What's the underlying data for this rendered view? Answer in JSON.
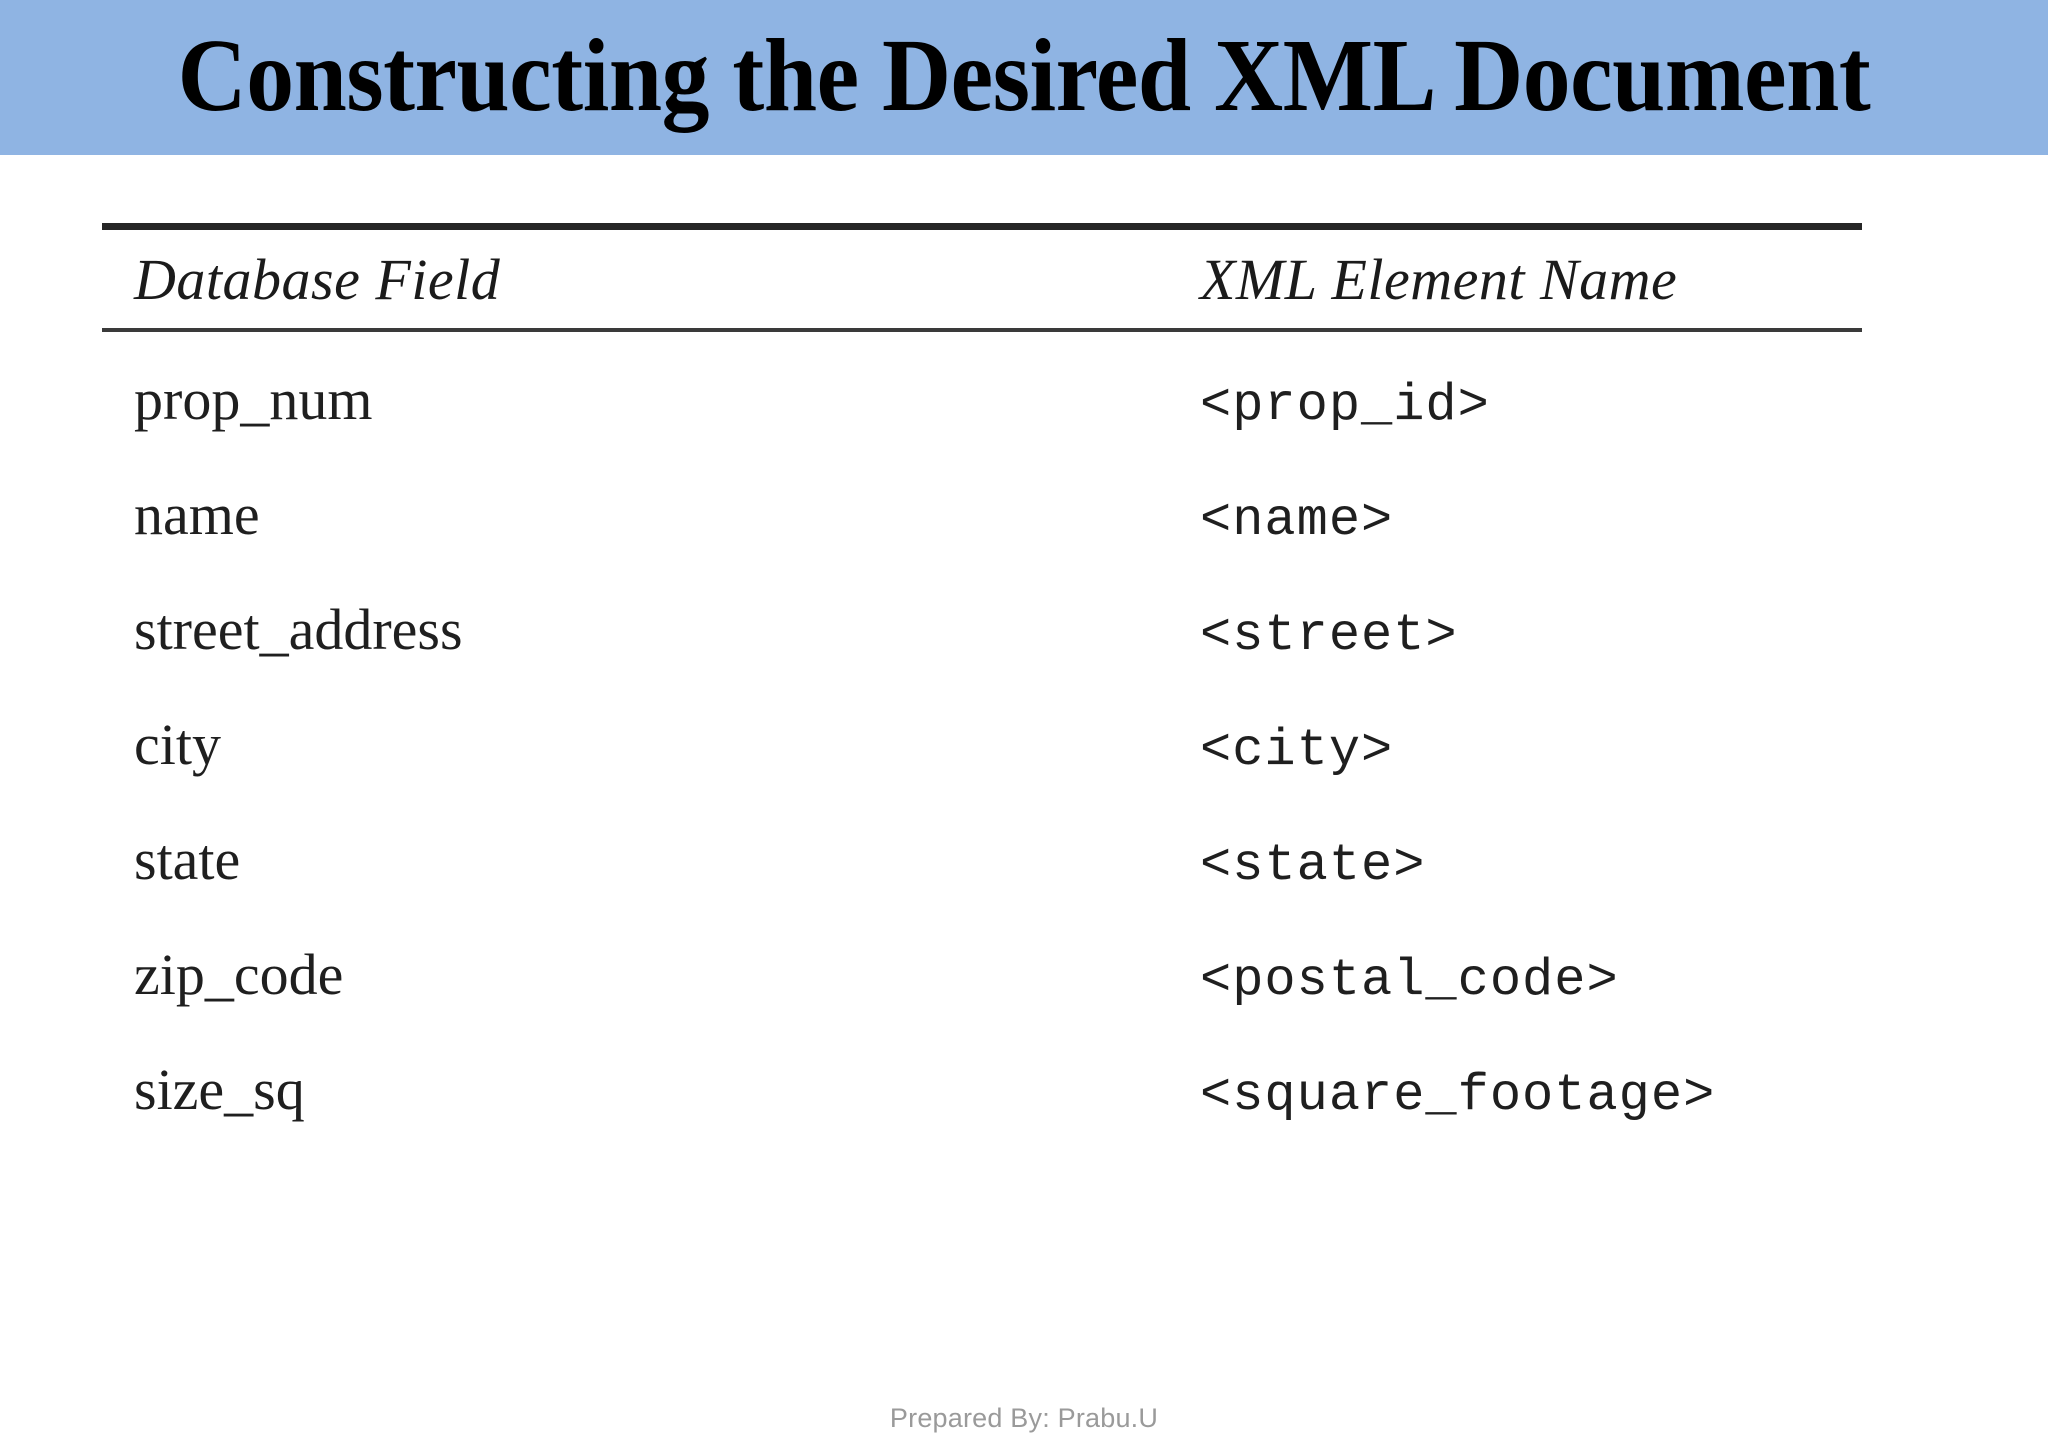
{
  "slide": {
    "title": "Constructing the Desired XML Document",
    "banner_color": "#8fb4e3",
    "background_color": "#ffffff"
  },
  "table": {
    "columns": [
      {
        "header": "Database Field"
      },
      {
        "header": "XML Element Name"
      }
    ],
    "rows": [
      {
        "db_field": "prop_num",
        "xml_element": "<prop_id>"
      },
      {
        "db_field": "name",
        "xml_element": "<name>"
      },
      {
        "db_field": "street_address",
        "xml_element": "<street>"
      },
      {
        "db_field": "city",
        "xml_element": "<city>"
      },
      {
        "db_field": "state",
        "xml_element": "<state>"
      },
      {
        "db_field": "zip_code",
        "xml_element": "<postal_code>"
      },
      {
        "db_field": "size_sq",
        "xml_element": "<square_footage>"
      }
    ]
  },
  "footer": {
    "credit": "Prepared By: Prabu.U"
  }
}
